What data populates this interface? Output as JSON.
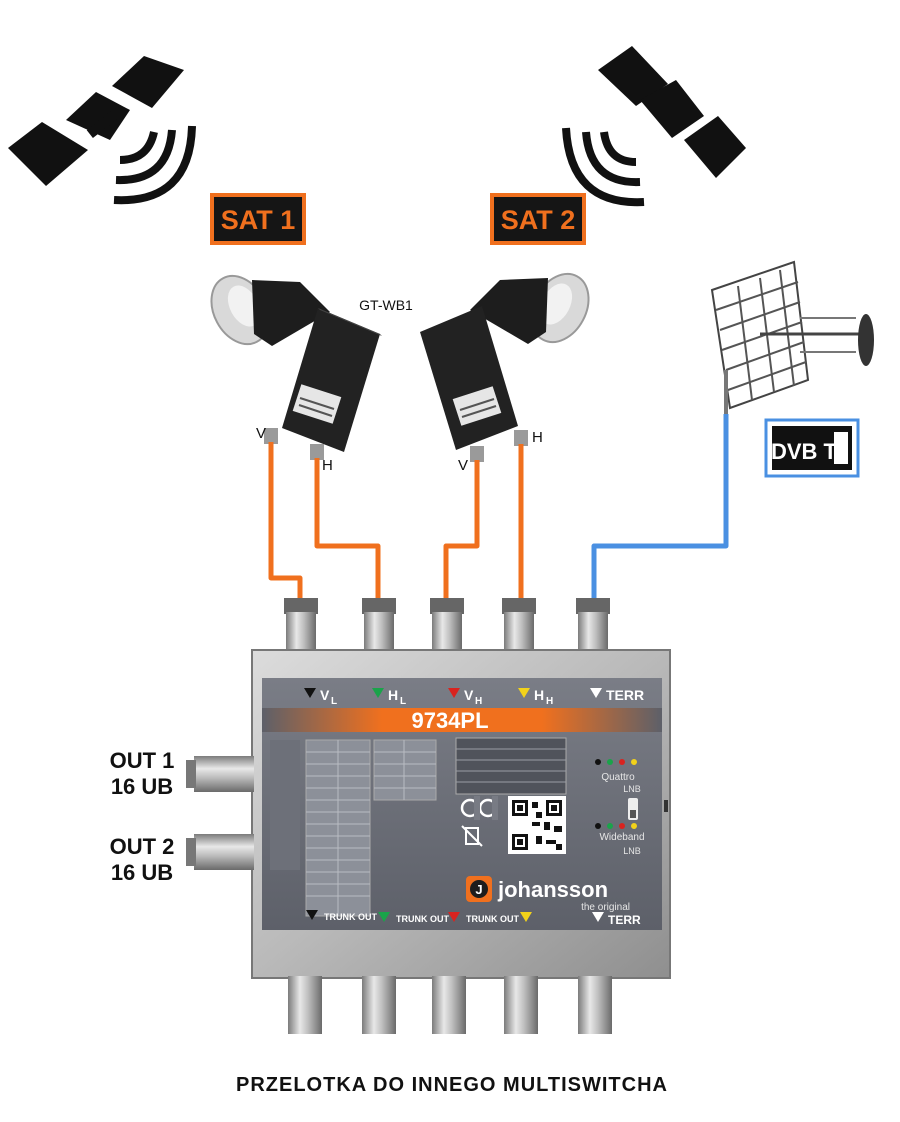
{
  "sources": {
    "sat1": {
      "label": "SAT 1"
    },
    "sat2": {
      "label": "SAT 2"
    },
    "lnb_model": "GT-WB1",
    "lnb1_ports": {
      "v": "V",
      "h": "H"
    },
    "lnb2_ports": {
      "v": "V",
      "h": "H"
    },
    "dvbt": {
      "logo_text": "DVB T"
    }
  },
  "multiswitch": {
    "model": "9734PL",
    "brand": "johansson",
    "brand_tagline": "the original",
    "inputs": [
      {
        "label": "V",
        "sub": "L",
        "marker_color": "#111111"
      },
      {
        "label": "H",
        "sub": "L",
        "marker_color": "#1aa34a"
      },
      {
        "label": "V",
        "sub": "H",
        "marker_color": "#d9231f"
      },
      {
        "label": "H",
        "sub": "H",
        "marker_color": "#f2d21a"
      },
      {
        "label": "TERR",
        "sub": "",
        "marker_color": "#ffffff"
      }
    ],
    "trunk_outputs": [
      {
        "label": "TRUNK OUT",
        "marker_color": "#111111"
      },
      {
        "label": "TRUNK OUT",
        "marker_color": "#1aa34a"
      },
      {
        "label": "TRUNK OUT",
        "marker_color": "#d9231f"
      },
      {
        "label": "TERR",
        "marker_color": "#ffffff"
      }
    ],
    "mode_labels": {
      "quattro": "Quattro",
      "wideband": "Wideband",
      "lnb": "LNB"
    },
    "outputs": [
      {
        "line1": "OUT 1",
        "line2": "16 UB"
      },
      {
        "line1": "OUT 2",
        "line2": "16 UB"
      }
    ]
  },
  "caption": "PRZELOTKA DO INNEGO MULTISWITCHA",
  "colors": {
    "sat_cable": "#f0701e",
    "terr_cable": "#4a90e2",
    "label_orange": "#f0701e",
    "dvbt_frame": "#4a90e2"
  }
}
